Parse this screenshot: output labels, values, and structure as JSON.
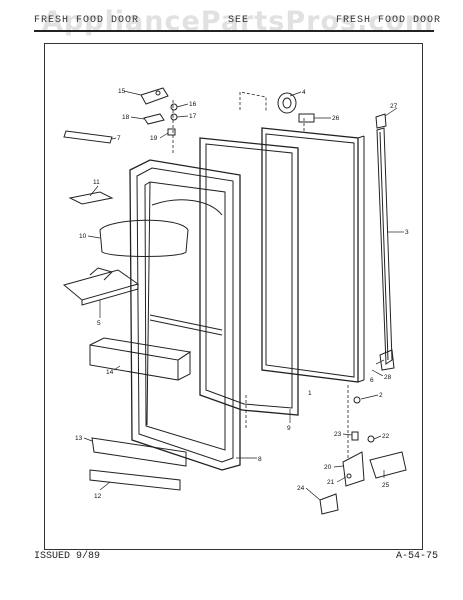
{
  "watermark": "AppliancePartsPros.com",
  "header": {
    "left": "FRESH FOOD DOOR",
    "middle": "SEE",
    "right": "FRESH FOOD DOOR"
  },
  "footer": {
    "issued": "ISSUED 9/89",
    "code": "A-54-75"
  },
  "callouts": {
    "c1": "1",
    "c2": "2",
    "c3": "3",
    "c4": "4",
    "c5": "5",
    "c6": "6",
    "c7": "7",
    "c8": "8",
    "c9": "9",
    "c10": "10",
    "c11": "11",
    "c12": "12",
    "c13": "13",
    "c14": "14",
    "c15": "15",
    "c16": "16",
    "c17": "17",
    "c18": "18",
    "c19": "19",
    "c20": "20",
    "c21": "21",
    "c22": "22",
    "c23": "23",
    "c24": "24",
    "c25": "25",
    "c26": "26",
    "c27": "27",
    "c28": "28"
  }
}
